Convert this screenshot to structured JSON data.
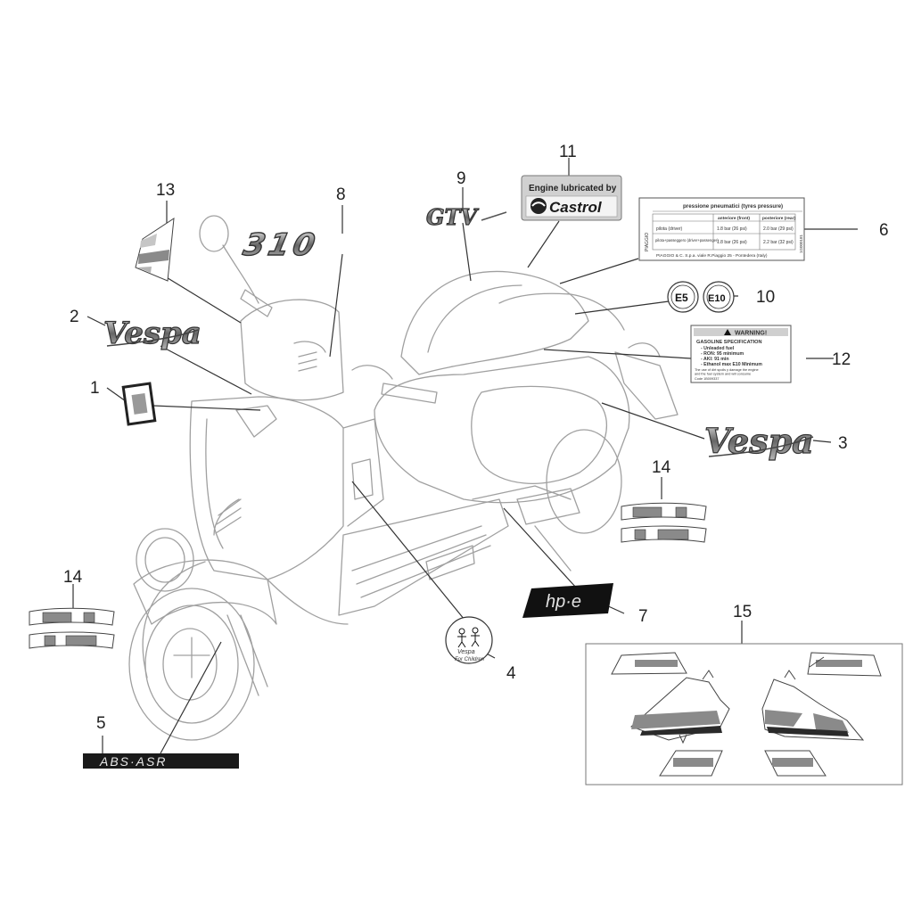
{
  "callouts": {
    "n1": "1",
    "n2": "2",
    "n3": "3",
    "n4": "4",
    "n5": "5",
    "n6": "6",
    "n7": "7",
    "n8": "8",
    "n9": "9",
    "n10": "10",
    "n11": "11",
    "n12": "12",
    "n13": "13",
    "n14a": "14",
    "n14b": "14",
    "n15": "15"
  },
  "decals": {
    "vespa_logo": "Vespa",
    "gtv_logo": "GTV",
    "model_310": "310",
    "hpe": "hp·e",
    "abs_asr": "ABS·ASR",
    "castrol_line1": "Engine lubricated by",
    "castrol_line2": "Castrol",
    "e5": "E5",
    "e10": "E10",
    "sticker4_line1": "Vespa",
    "sticker4_line2": "For Children"
  },
  "tyre_label": {
    "title": "pressione pneumatici (tyres pressure)",
    "col_front": "anteriore (front)",
    "col_rear": "posteriore (rear)",
    "row1_label": "pilota (driver)",
    "row1_front": "1.8 bar (26 psi)",
    "row1_rear": "2.0 bar (29 psi)",
    "row2_label": "pilota+passeggero (driver+passenger)",
    "row2_front": "1.8 bar (26 psi)",
    "row2_rear": "2.2 bar (32 psi)",
    "brand_side": "PIAGGIO",
    "code_side": "1G000181",
    "footer": "PIAGGIO & C. S.p.a. viale R.Piaggio 25 - Pontedera (Italy)"
  },
  "warning_label": {
    "title": "WARNING!",
    "heading": "GASOLINE SPECIFICATION",
    "line1": "- Unleaded fuel",
    "line2": "- RON: 95 minimum",
    "line3": "- AKI: 91 min",
    "line4": "- Ethanol max E10 Minimum",
    "line5": "The use of dirt spoils y damage the engine",
    "line6": "and the fuel system and will consume",
    "code": "Code 1B009337"
  },
  "colors": {
    "line": "#333333",
    "scooter": "#9a9a9a",
    "decal_dark": "#1a1a1a",
    "decal_grey": "#8a8a8a"
  }
}
